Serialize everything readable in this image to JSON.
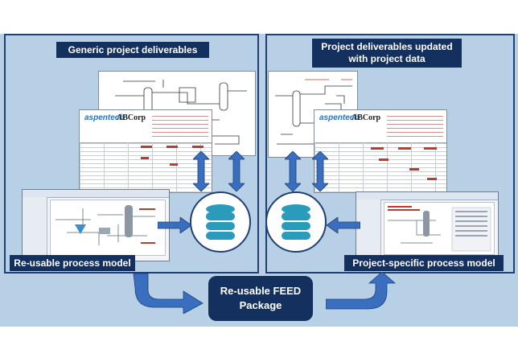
{
  "labels": {
    "left_top": "Generic project deliverables",
    "right_top_line1": "Project deliverables updated",
    "right_top_line2": "with project data",
    "left_bottom": "Re-usable process model",
    "right_bottom": "Project-specific process model",
    "center_line1": "Re-usable FEED",
    "center_line2": "Package"
  },
  "datasheet": {
    "vendor_logo": "aspentech",
    "client_logo": "ABCorp"
  },
  "icons": [
    "database-icon",
    "double-arrow-icon",
    "single-arrow-icon",
    "curved-arrow-icon"
  ],
  "colors": {
    "background": "#b8d0e6",
    "label_fill": "#13305f",
    "arrow_blue": "#3a6fc0",
    "database_teal": "#2a9bbb"
  }
}
